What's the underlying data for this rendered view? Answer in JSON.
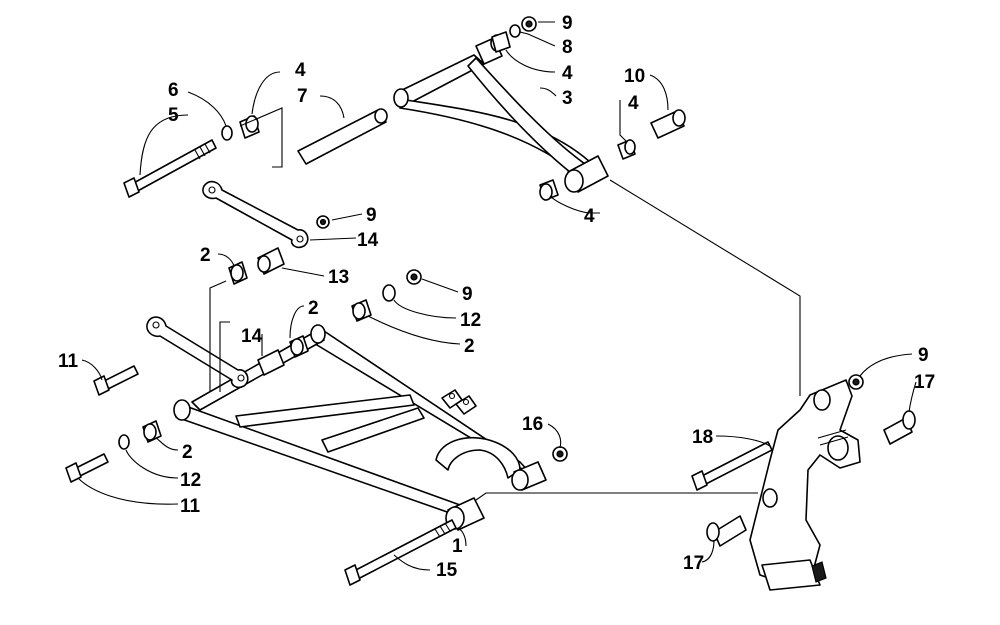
{
  "diagram": {
    "callouts": [
      {
        "id": "c1",
        "label": "1"
      },
      {
        "id": "c2a",
        "label": "2"
      },
      {
        "id": "c2b",
        "label": "2"
      },
      {
        "id": "c2c",
        "label": "2"
      },
      {
        "id": "c2d",
        "label": "2"
      },
      {
        "id": "c3",
        "label": "3"
      },
      {
        "id": "c4a",
        "label": "4"
      },
      {
        "id": "c4b",
        "label": "4"
      },
      {
        "id": "c4c",
        "label": "4"
      },
      {
        "id": "c4d",
        "label": "4"
      },
      {
        "id": "c5",
        "label": "5"
      },
      {
        "id": "c6",
        "label": "6"
      },
      {
        "id": "c7",
        "label": "7"
      },
      {
        "id": "c8",
        "label": "8"
      },
      {
        "id": "c9a",
        "label": "9"
      },
      {
        "id": "c9b",
        "label": "9"
      },
      {
        "id": "c9c",
        "label": "9"
      },
      {
        "id": "c9d",
        "label": "9"
      },
      {
        "id": "c10",
        "label": "10"
      },
      {
        "id": "c11a",
        "label": "11"
      },
      {
        "id": "c11b",
        "label": "11"
      },
      {
        "id": "c12a",
        "label": "12"
      },
      {
        "id": "c12b",
        "label": "12"
      },
      {
        "id": "c13",
        "label": "13"
      },
      {
        "id": "c14a",
        "label": "14"
      },
      {
        "id": "c14b",
        "label": "14"
      },
      {
        "id": "c15",
        "label": "15"
      },
      {
        "id": "c16",
        "label": "16"
      },
      {
        "id": "c17a",
        "label": "17"
      },
      {
        "id": "c17b",
        "label": "17"
      },
      {
        "id": "c18",
        "label": "18"
      }
    ]
  }
}
